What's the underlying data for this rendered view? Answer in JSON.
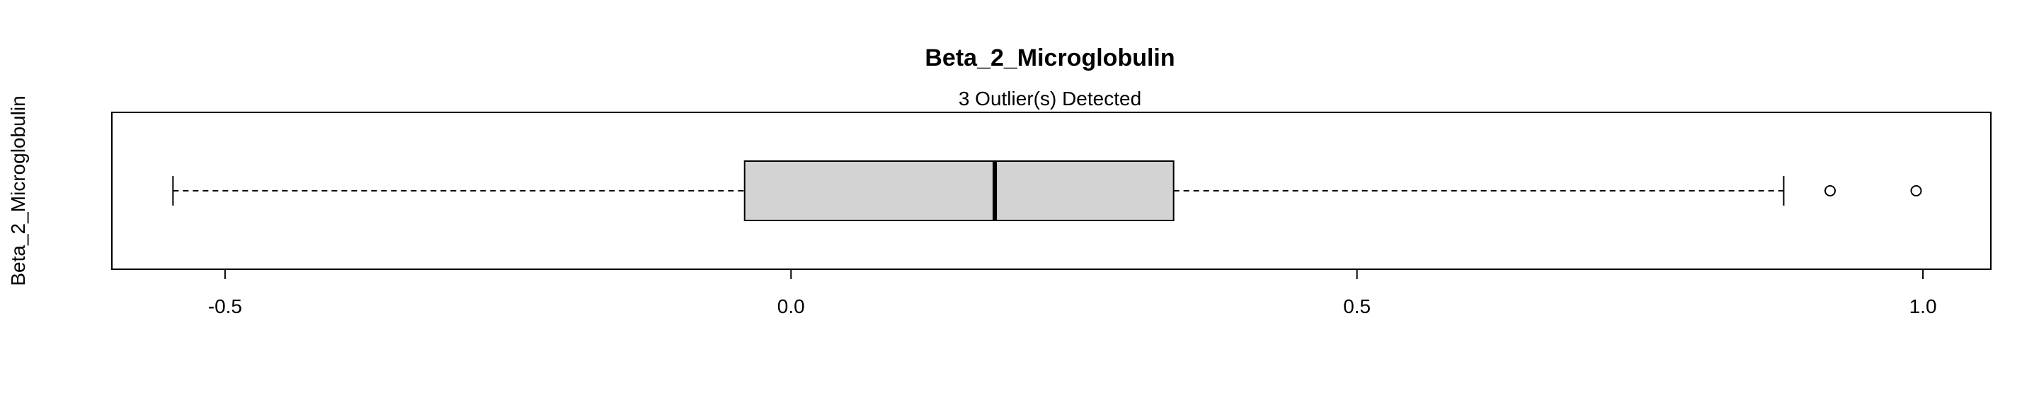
{
  "chart_data": {
    "type": "boxplot",
    "orientation": "horizontal",
    "title": "Beta_2_Microglobulin",
    "subtitle": "3 Outlier(s) Detected",
    "ylabel": "Beta_2_Microglobulin",
    "xlabel": "",
    "xlim": [
      -0.6,
      1.06
    ],
    "xticks": [
      -0.5,
      0.0,
      0.5,
      1.0
    ],
    "xtick_labels": [
      "-0.5",
      "0.0",
      "0.5",
      "1.0"
    ],
    "box": {
      "whisker_low": -0.546,
      "q1": -0.041,
      "median": 0.18,
      "q3": 0.338,
      "whisker_high": 0.877
    },
    "outliers": [
      0.918,
      0.994
    ],
    "colors": {
      "box_fill": "#d3d3d3",
      "stroke": "#000000"
    }
  }
}
